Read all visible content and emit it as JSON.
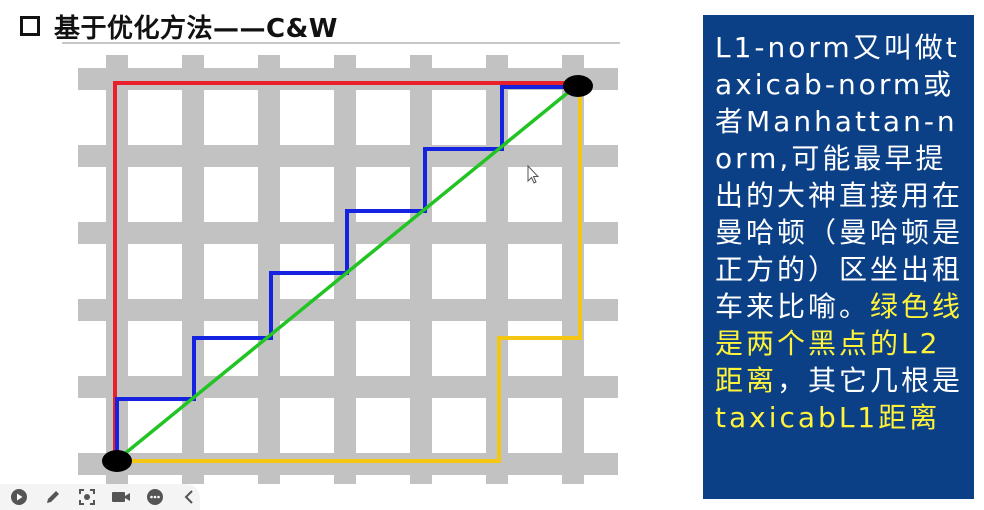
{
  "slide": {
    "title": "基于优化方法——C&W"
  },
  "note": {
    "text_main": "L1-norm又叫做taxicab-norm或者Manhattan-norm,可能最早提出的大神直接用在曼哈顿（曼哈顿是正方的）区坐出租车来比喻。",
    "text_highlight": "绿色线是两个黑点的L2距离",
    "text_tail": "，其它几根是",
    "text_term": "taxicabL1距离"
  },
  "colors": {
    "note_background": "#0b3f86",
    "highlight": "#fff23a",
    "grid": "#c2c2c2",
    "red_path": "#e8202a",
    "blue_path": "#1523e0",
    "yellow_path": "#f3c613",
    "green_path": "#22c424"
  },
  "toolbar": {
    "icons": [
      "play-icon",
      "pen-icon",
      "screenshot-icon",
      "camera-icon",
      "more-icon",
      "collapse-icon"
    ]
  }
}
